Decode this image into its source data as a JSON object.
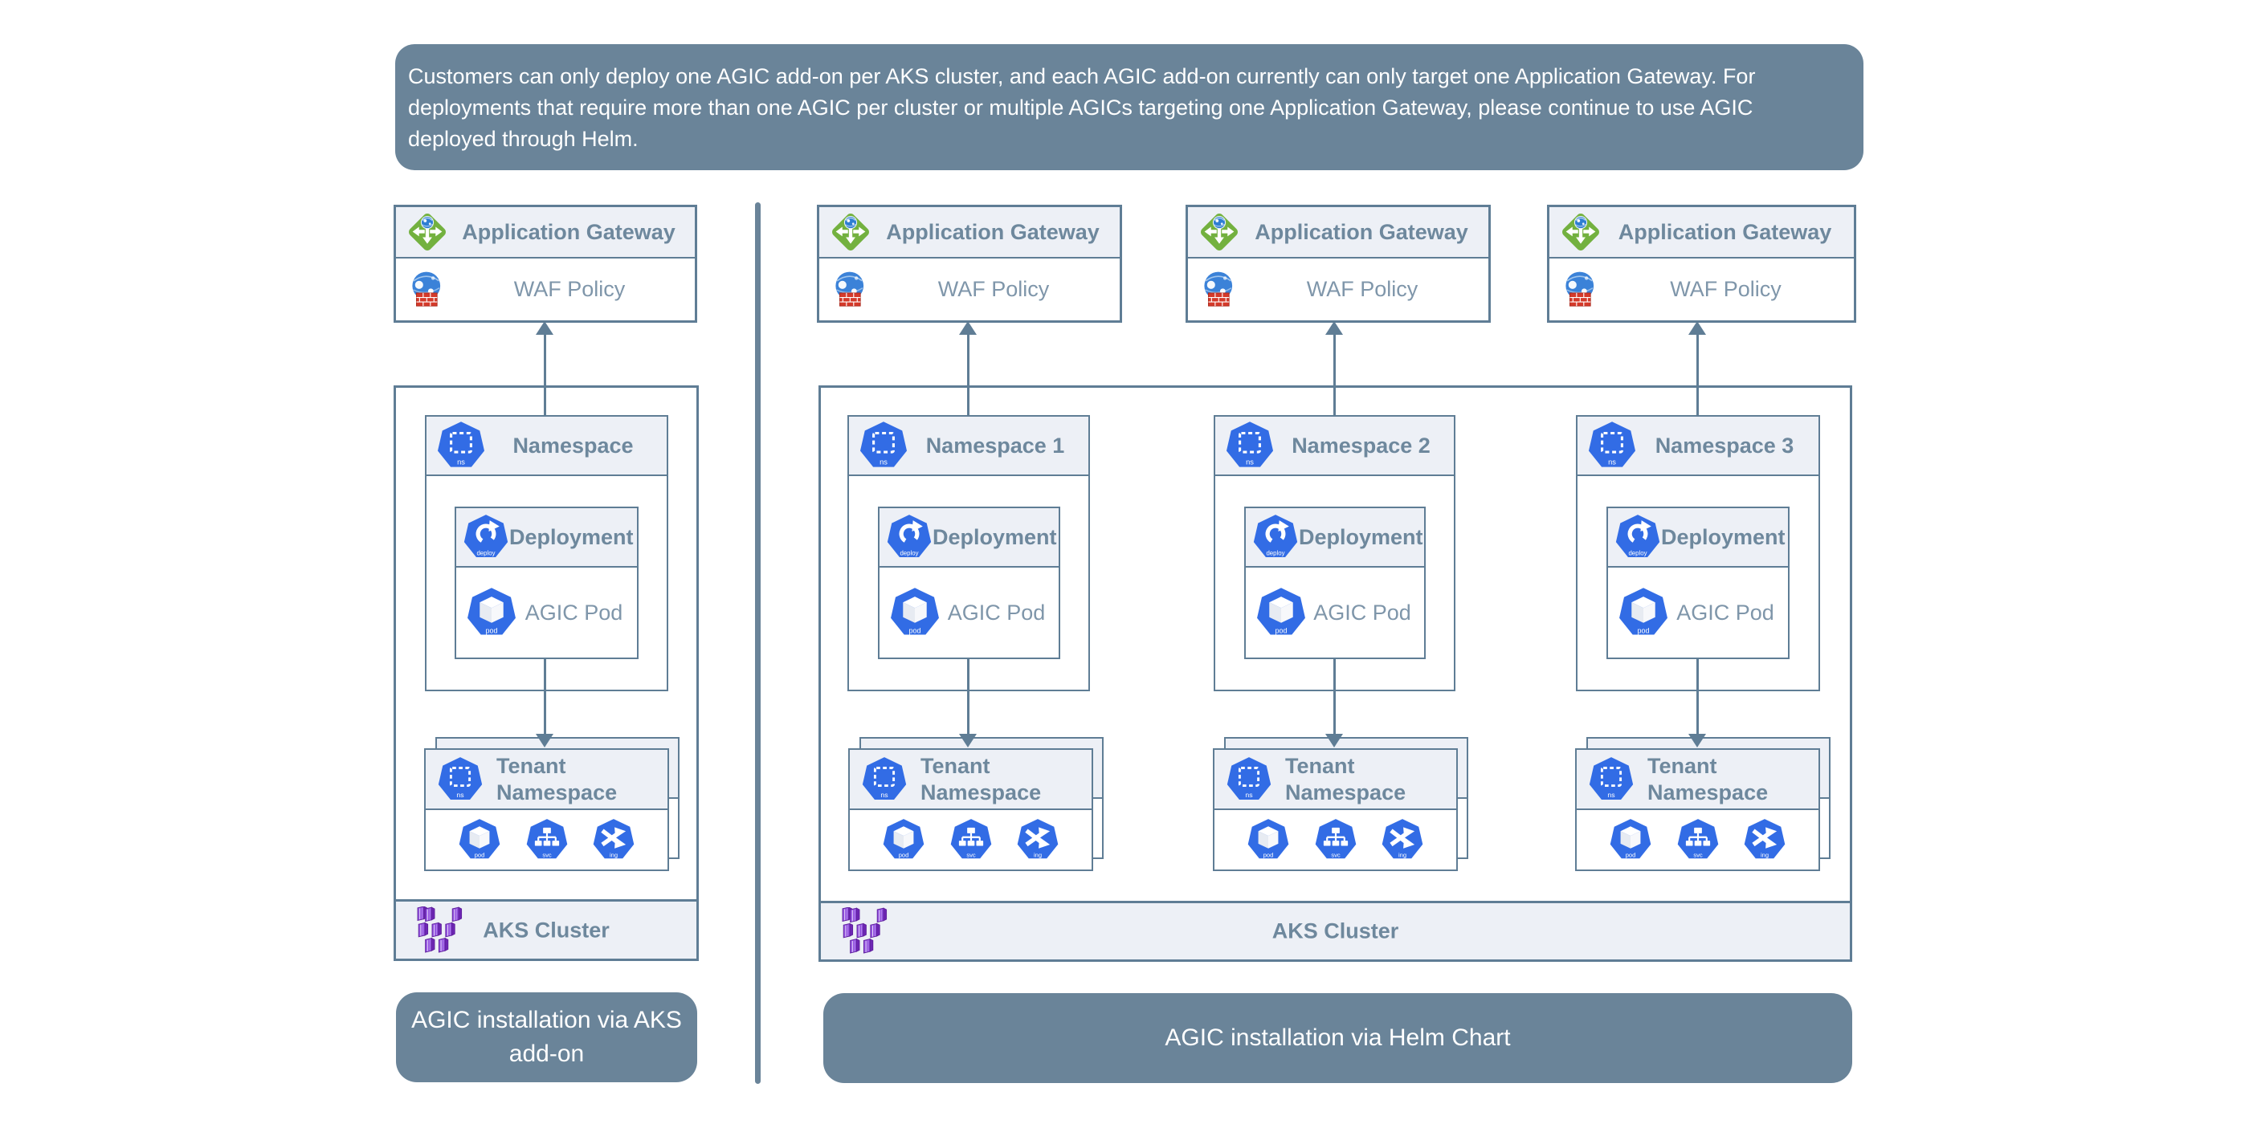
{
  "banner": {
    "text": "Customers can only deploy one AGIC add-on per AKS cluster, and each AGIC add-on currently can only target one Application Gateway. For deployments that require more than one AGIC per cluster or multiple AGICs targeting one Application Gateway, please continue to use AGIC deployed through Helm."
  },
  "shared": {
    "application_gateway": "Application Gateway",
    "waf_policy": "WAF Policy",
    "deployment": "Deployment",
    "agic_pod": "AGIC Pod",
    "tenant_namespace": "Tenant Namespace",
    "aks_cluster": "AKS Cluster"
  },
  "left_diagram": {
    "namespace": "Namespace",
    "caption": "AGIC installation via AKS add-on"
  },
  "right_diagram": {
    "columns": [
      {
        "namespace": "Namespace 1"
      },
      {
        "namespace": "Namespace 2"
      },
      {
        "namespace": "Namespace 3"
      }
    ],
    "caption": "AGIC installation via Helm Chart"
  },
  "k8s_badges": {
    "ns": "ns",
    "deploy": "deploy",
    "pod": "pod",
    "svc": "svc",
    "ing": "ing"
  },
  "colors": {
    "slate": "#6a8499",
    "box_line": "#5f7d95",
    "header_bg": "#edf0f6",
    "header_text": "#6e889d",
    "row_text": "#7f96aa",
    "k8s_blue": "#326ce5",
    "gateway_green": "#73b13f",
    "aks_purple": "#9353e0",
    "waf_brick_red": "#d43a2a"
  }
}
